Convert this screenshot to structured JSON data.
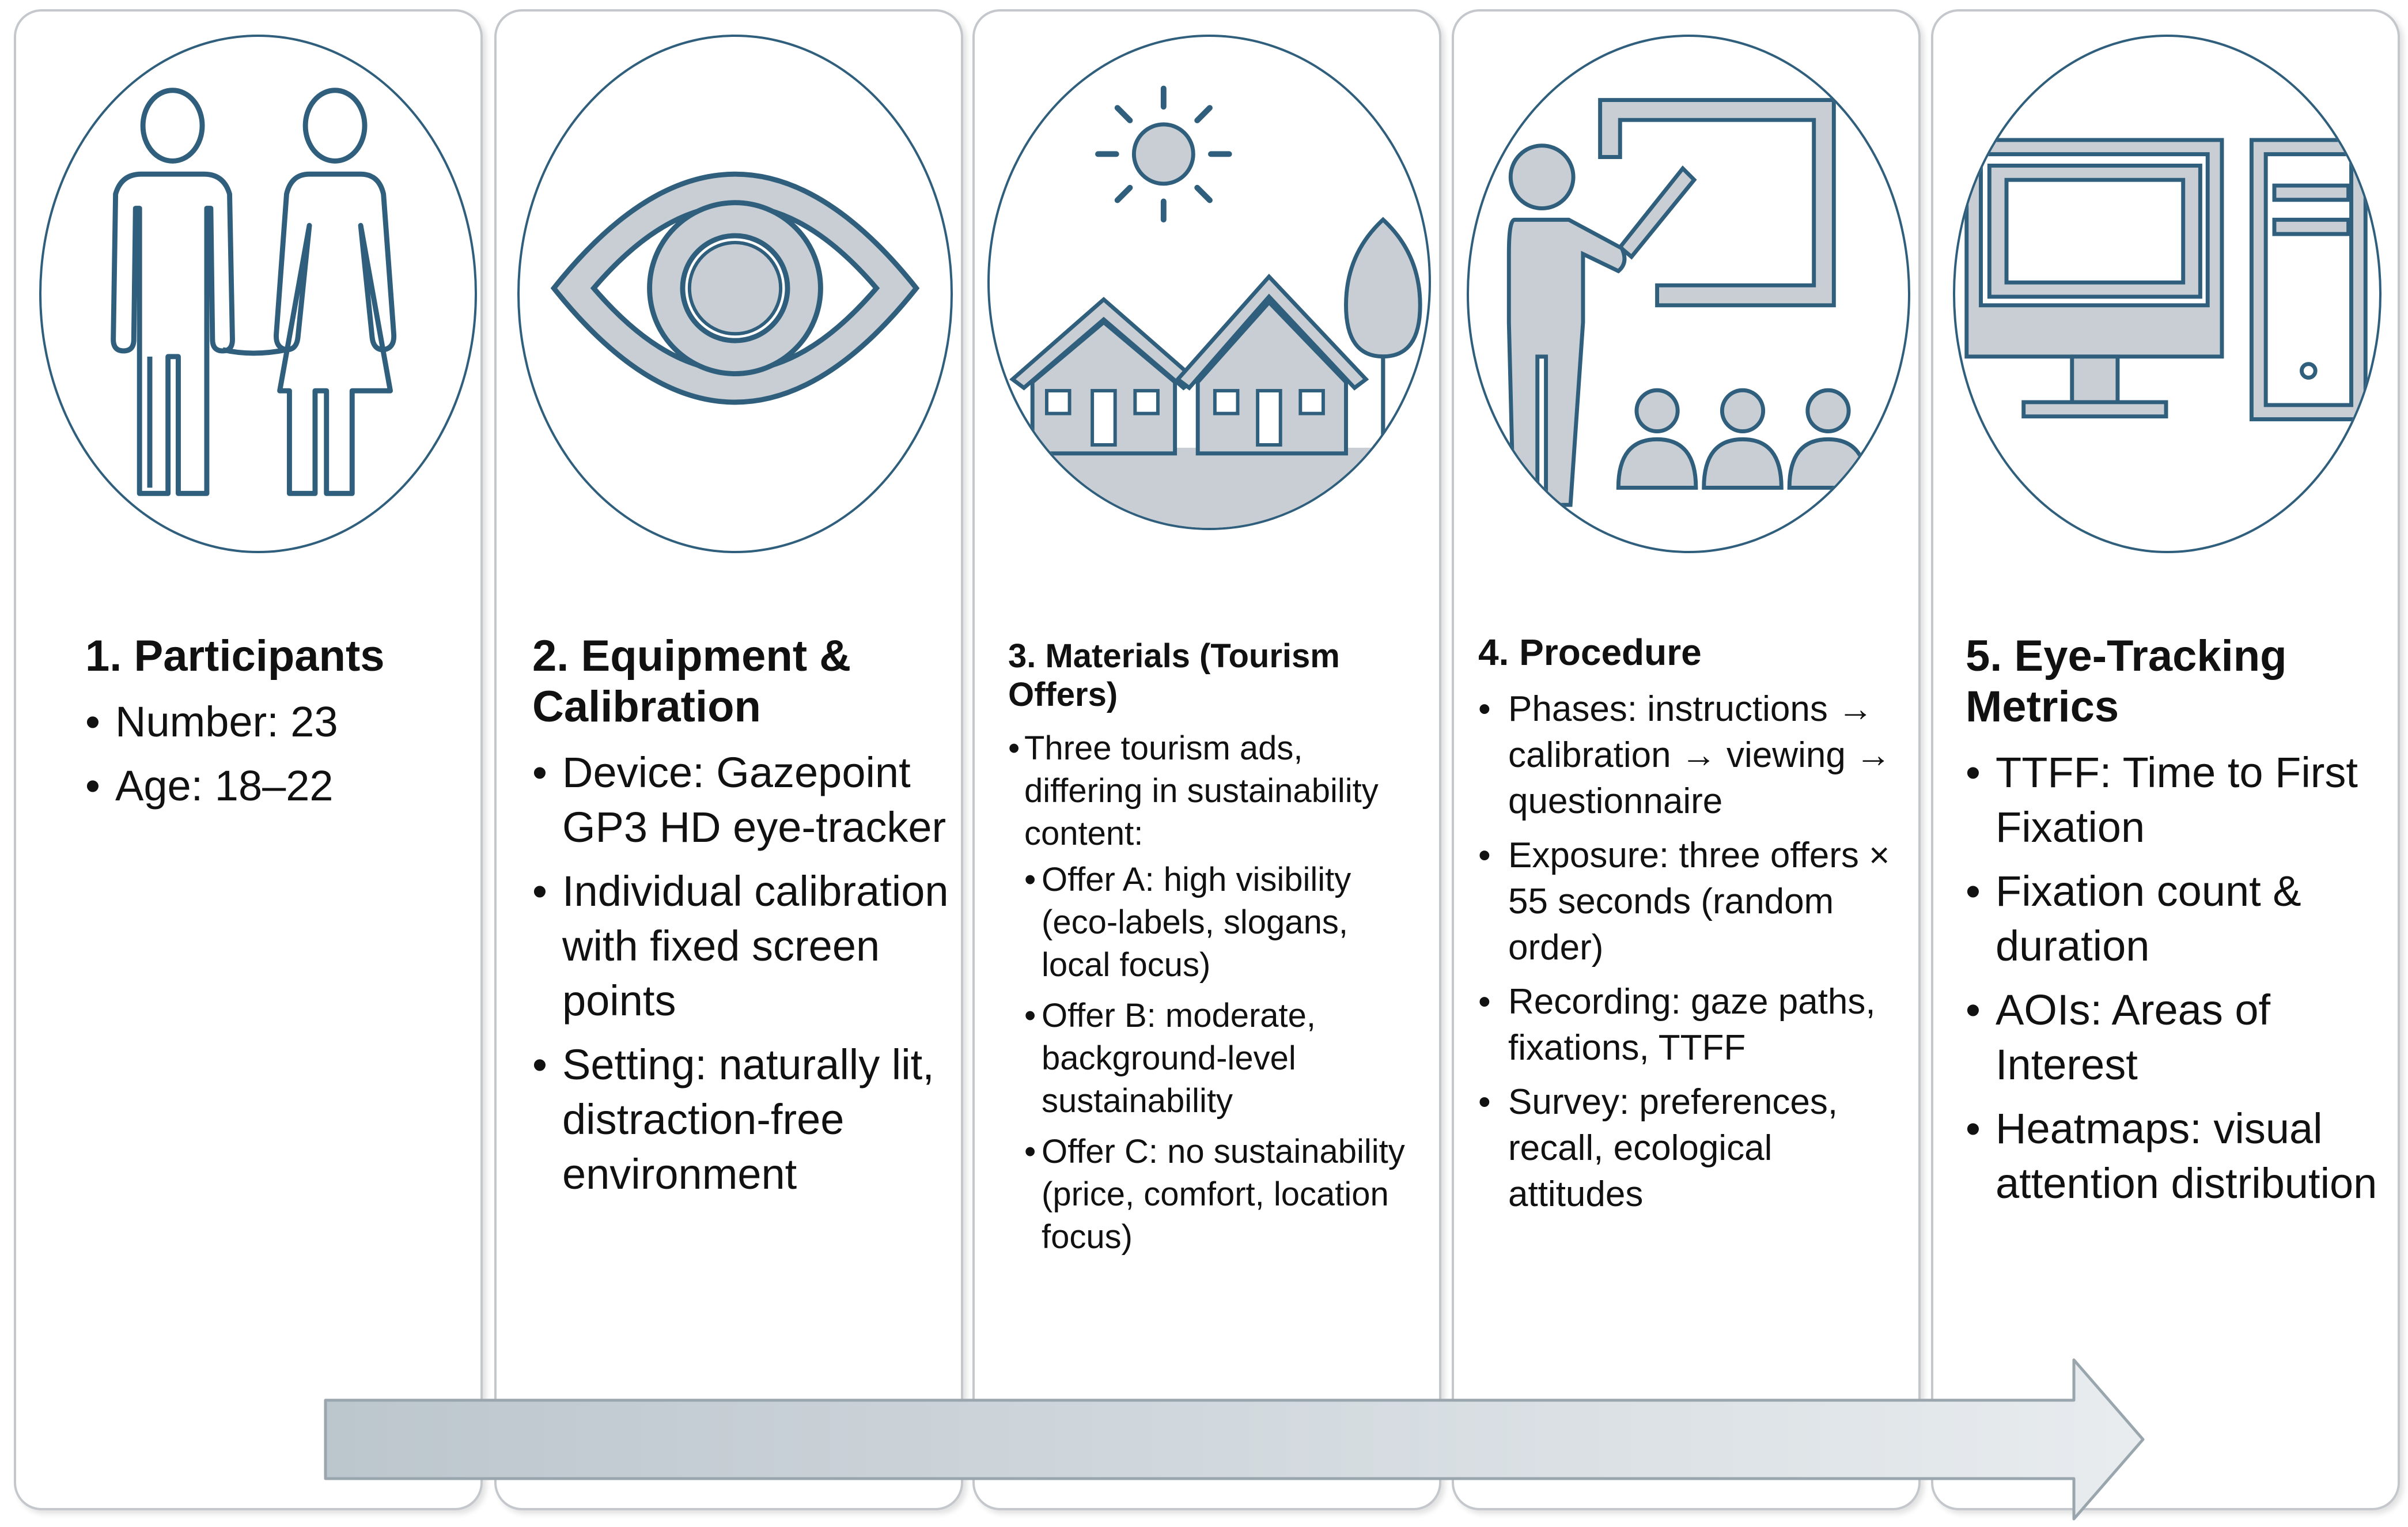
{
  "steps": [
    {
      "title": "1. Participants",
      "icon": "people-icon",
      "bullets": [
        "Number: 23",
        "Age: 18–22"
      ]
    },
    {
      "title": "2. Equipment & Calibration",
      "icon": "eye-icon",
      "bullets": [
        "Device: Gazepoint GP3 HD eye-tracker",
        "Individual calibration with fixed screen points",
        "Setting: naturally lit, distraction-free environment"
      ]
    },
    {
      "title": "3. Materials (Tourism Offers)",
      "icon": "houses-sun-icon",
      "intro": "Three tourism ads, differing in sustainability content:",
      "bullets": [
        "Offer A: high visibility (eco-labels, slogans, local focus)",
        "Offer B: moderate, background-level sustainability",
        "Offer C: no sustainability (price, comfort, location focus)"
      ]
    },
    {
      "title": "4. Procedure",
      "icon": "presenter-icon",
      "bullets": [
        "Phases: instructions → calibration → viewing → questionnaire",
        "Exposure: three offers × 55 seconds (random order)",
        "Recording: gaze paths, fixations, TTFF",
        "Survey: preferences, recall, ecological attitudes"
      ]
    },
    {
      "title": "5. Eye-Tracking Metrics",
      "icon": "computer-icon",
      "bullets": [
        "TTFF: Time to First Fixation",
        "Fixation count & duration",
        "AOIs: Areas of Interest",
        "Heatmaps: visual attention distribution"
      ]
    }
  ],
  "colors": {
    "icon_fill": "#c8ced3",
    "icon_stroke": "#2f5f7c",
    "arrow_fill": "#d3dade",
    "arrow_stroke": "#9aa6ae"
  }
}
